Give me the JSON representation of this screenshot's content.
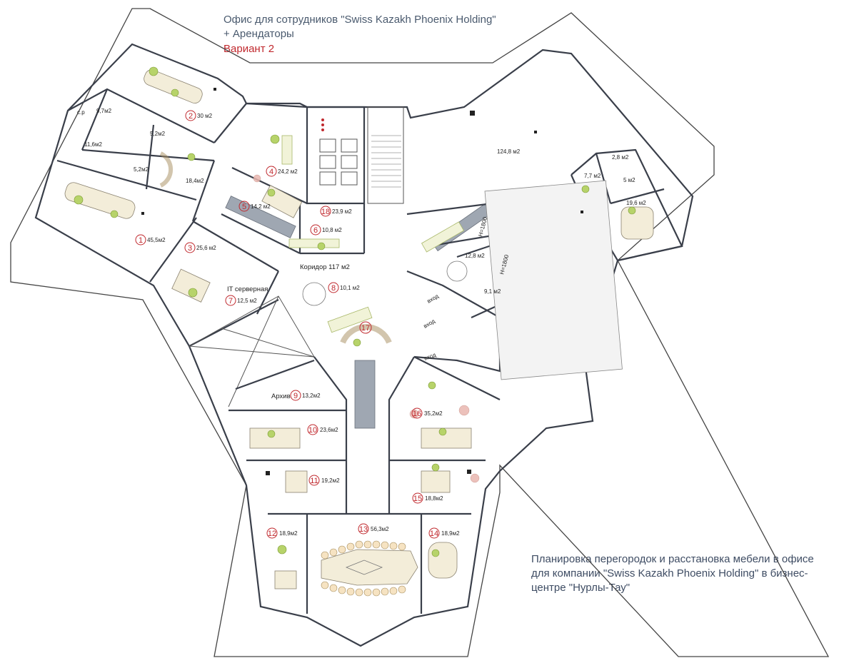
{
  "header": {
    "title_line1": "Офис для сотрудников \"Swiss Kazakh Phoenix Holding\"",
    "title_line2": "+ Арендаторы",
    "variant": "Вариант 2"
  },
  "caption": "Планировка перегородок и расстановка мебели в офисе для компании \"Swiss Kazakh Phoenix Holding\" в бизнес-центре \"Нурлы-Тау\"",
  "colors": {
    "accent_red": "#c0282d",
    "header_text": "#4a5a6e",
    "furniture_green": "#b7d36a"
  },
  "rooms": [
    {
      "num": "1",
      "area": "45,5м2"
    },
    {
      "num": "2",
      "area": "30 м2"
    },
    {
      "num": "3",
      "area": "25,6 м2"
    },
    {
      "num": "4",
      "area": "24,2 м2"
    },
    {
      "num": "5",
      "area": "14,2 м2"
    },
    {
      "num": "6",
      "area": "10,8 м2"
    },
    {
      "num": "7",
      "area": "12,5 м2",
      "name": "IT серверная"
    },
    {
      "num": "8",
      "area": "10,1 м2"
    },
    {
      "num": "9",
      "area": "13,2м2",
      "name": "Архив"
    },
    {
      "num": "10",
      "area": "23,6м2"
    },
    {
      "num": "11",
      "area": "19,2м2"
    },
    {
      "num": "12",
      "area": "18,9м2"
    },
    {
      "num": "13",
      "area": "56,3м2"
    },
    {
      "num": "14",
      "area": "18,9м2"
    },
    {
      "num": "15",
      "area": "18,8м2"
    },
    {
      "num": "16",
      "area": "35,2м2"
    },
    {
      "num": "17",
      "area": ""
    },
    {
      "num": "18",
      "area": "23,9 м2"
    }
  ],
  "corridor": "Коридор 117 м2",
  "areas": {
    "a_9_7": "9,7м2",
    "a_5_2a": "5,2м2",
    "a_11_6": "11,6м2",
    "a_5_2b": "5,2м2",
    "a_18_4": "18,4м2",
    "a_124_8": "124,8 м2",
    "a_2_8": "2,8 м2",
    "a_7_7": "7,7 м2",
    "a_5": "5 м2",
    "a_19_6": "19,6 м2",
    "a_12_8": "12,8 м2",
    "a_9_1": "9,1 м2"
  },
  "marks": {
    "h1800a": "H=1800",
    "h1800b": "H=1800",
    "entry1": "вход",
    "entry2": "вход",
    "entry3": "вход",
    "small": "с.р"
  }
}
